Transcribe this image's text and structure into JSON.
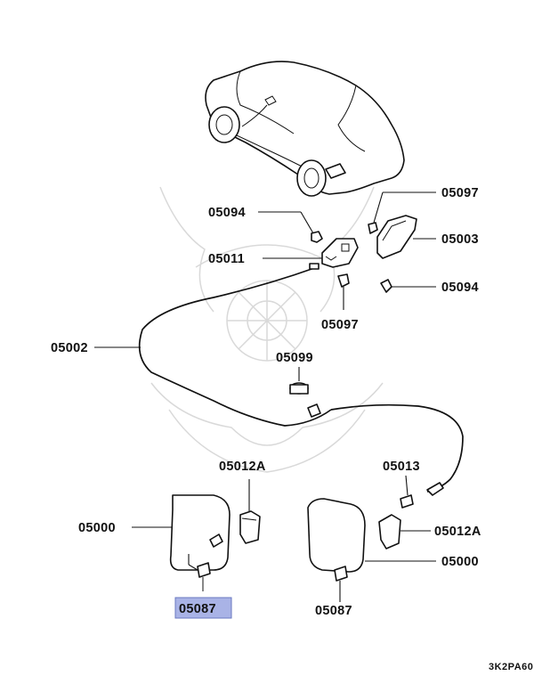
{
  "labels": {
    "p05094_top": "05094",
    "p05097_top": "05097",
    "p05003": "05003",
    "p05011": "05011",
    "p05094_right": "05094",
    "p05097_mid": "05097",
    "p05002": "05002",
    "p05099": "05099",
    "p05012A_left": "05012A",
    "p05013": "05013",
    "p05000_left": "05000",
    "p05012A_right": "05012A",
    "p05000_right": "05000",
    "p05087_left": "05087",
    "p05087_right": "05087"
  },
  "highlighted_part": "05087",
  "diagram_code": "3K2PA60",
  "colors": {
    "highlight_fill": "#a9b3e6",
    "line": "#111111",
    "watermark": "#d9d9d9"
  }
}
